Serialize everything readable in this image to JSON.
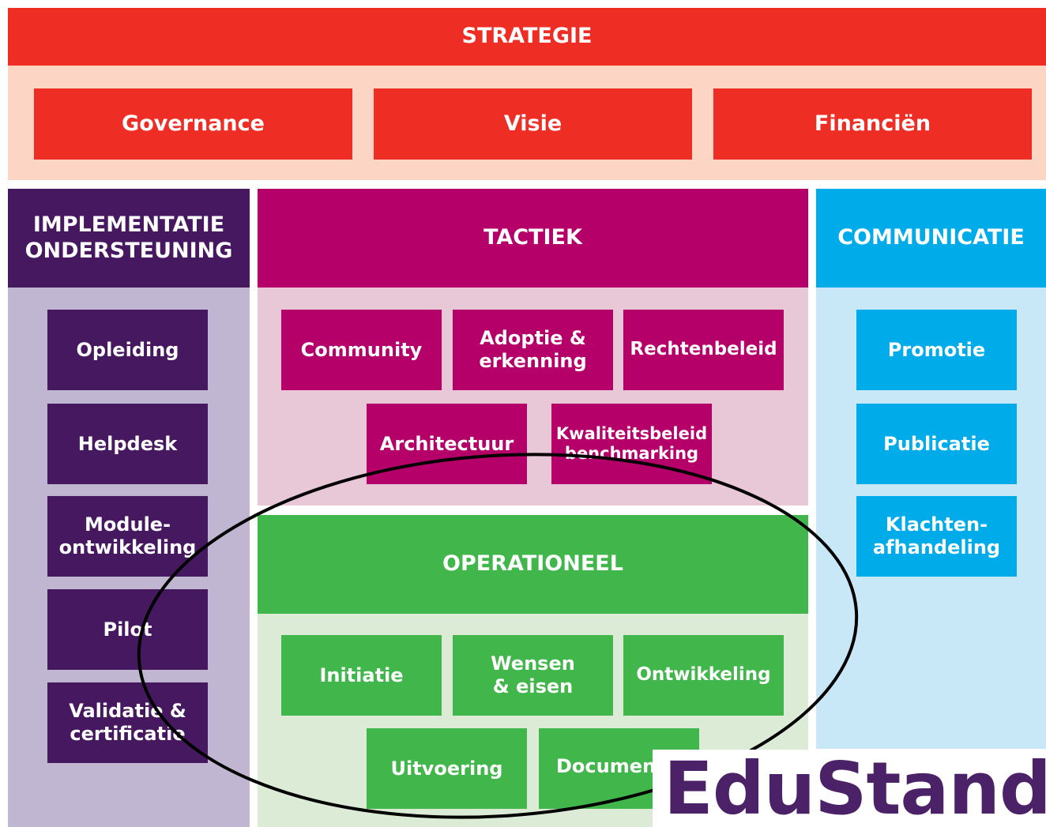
{
  "strategy": {
    "title": "STRATEGIE",
    "items": [
      "Governance",
      "Visie",
      "Financiën"
    ]
  },
  "implementation": {
    "title_line1": "IMPLEMENTATIE",
    "title_line2": "ONDERSTEUNING",
    "items": [
      [
        "Opleiding"
      ],
      [
        "Helpdesk"
      ],
      [
        "Module-",
        "ontwikkeling"
      ],
      [
        "Pilot"
      ],
      [
        "Validatie &",
        "certificatie"
      ]
    ]
  },
  "tactics": {
    "title": "TACTIEK",
    "items": [
      [
        "Community"
      ],
      [
        "Adoptie &",
        "erkenning"
      ],
      [
        "Rechtenbeleid"
      ],
      [
        "Architectuur"
      ],
      [
        "Kwaliteitsbeleid",
        "benchmarking"
      ]
    ]
  },
  "operational": {
    "title": "OPERATIONEEL",
    "items": [
      [
        "Initiatie"
      ],
      [
        "Wensen",
        "& eisen"
      ],
      [
        "Ontwikkeling"
      ],
      [
        "Uitvoering"
      ],
      [
        "Document"
      ]
    ]
  },
  "communication": {
    "title": "COMMUNICATIE",
    "items": [
      [
        "Promotie"
      ],
      [
        "Publicatie"
      ],
      [
        "Klachten-",
        "afhandeling"
      ]
    ]
  },
  "logo": {
    "text": "EduStand"
  },
  "colors": {
    "strategy_red": "#ee2e24",
    "strategy_bg": "#fdd5c5",
    "implementation_purple": "#46185f",
    "implementation_bg": "#c0b6d1",
    "tactics_magenta": "#b5006a",
    "tactics_bg": "#e8c8d6",
    "operational_green": "#41b64a",
    "operational_bg": "#dbebd6",
    "communication_blue": "#00abe9",
    "communication_bg": "#c8e8f8"
  }
}
